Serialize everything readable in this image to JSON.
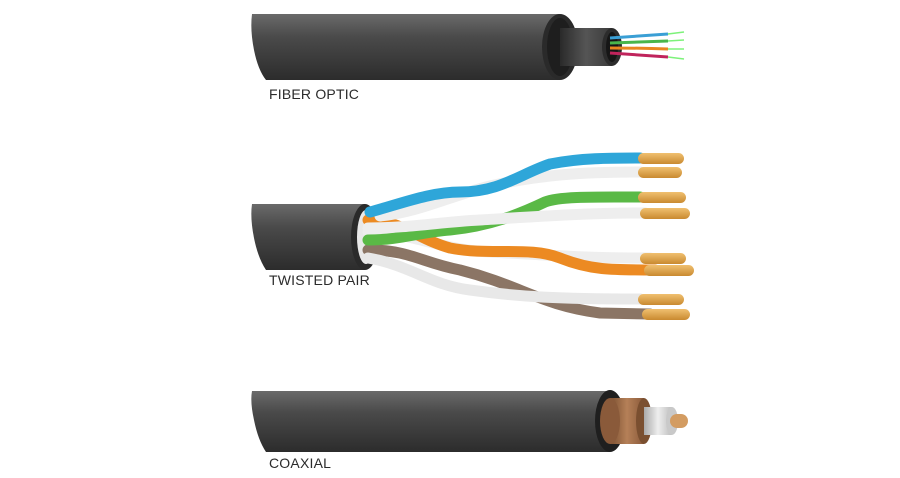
{
  "labels": {
    "fiber": "FIBER OPTIC",
    "twisted": "TWISTED PAIR",
    "coaxial": "COAXIAL"
  },
  "colors": {
    "jacket": "#3a3a3a",
    "jacket_light": "#595959",
    "fiber_strands": [
      "#3a9fd5",
      "#49b64b",
      "#e8861f",
      "#c0245c"
    ],
    "fiber_glow": "#7df27a",
    "pair_blue": "#2ea6d9",
    "pair_green": "#5ab946",
    "pair_orange": "#ec8a22",
    "pair_brown": "#8b7565",
    "pair_white": "#eeeeee",
    "copper": "#e0a34a",
    "coax_braid": "#a9764e",
    "coax_dielectric": "#d8d8d8",
    "coax_core": "#d39c62"
  },
  "icons": [
    "fiber-optic-cable",
    "twisted-pair-cable",
    "coaxial-cable"
  ]
}
